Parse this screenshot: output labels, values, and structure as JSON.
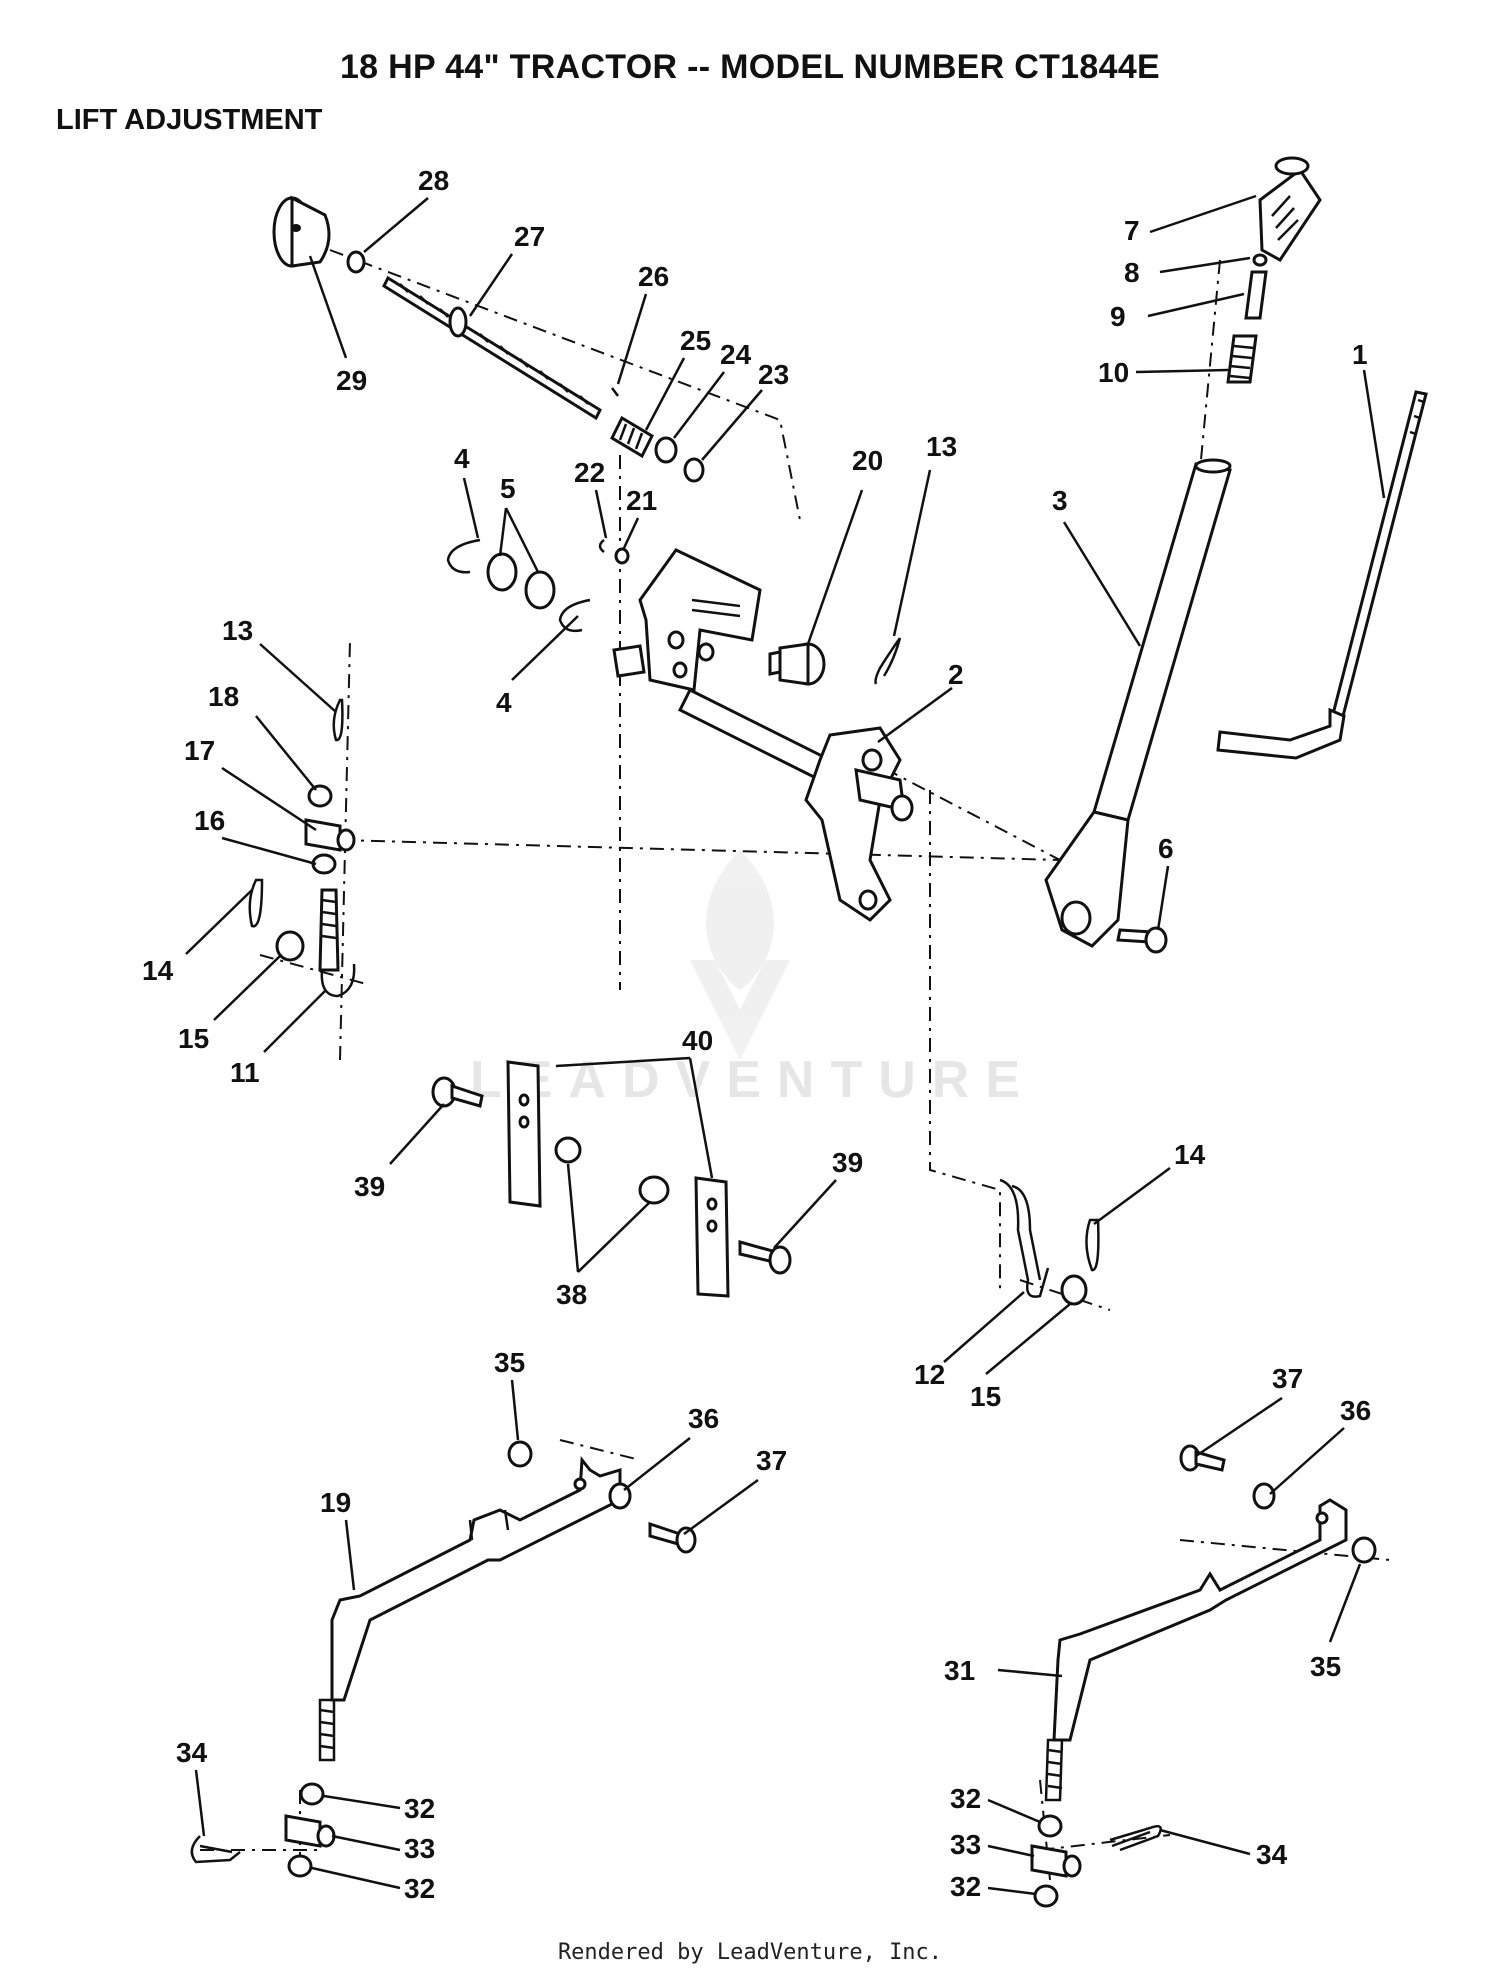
{
  "header": {
    "title": "18 HP 44\" TRACTOR -- MODEL NUMBER CT1844E",
    "subtitle": "LIFT ADJUSTMENT"
  },
  "watermark": {
    "text": "LEADVENTURE"
  },
  "footer": {
    "text": "Rendered by LeadVenture, Inc."
  },
  "callouts": [
    {
      "id": "c28",
      "label": "28"
    },
    {
      "id": "c27",
      "label": "27"
    },
    {
      "id": "c26",
      "label": "26"
    },
    {
      "id": "c29",
      "label": "29"
    },
    {
      "id": "c25",
      "label": "25"
    },
    {
      "id": "c24",
      "label": "24"
    },
    {
      "id": "c23",
      "label": "23"
    },
    {
      "id": "c7",
      "label": "7"
    },
    {
      "id": "c8",
      "label": "8"
    },
    {
      "id": "c9",
      "label": "9"
    },
    {
      "id": "c10",
      "label": "10"
    },
    {
      "id": "c1",
      "label": "1"
    },
    {
      "id": "c4a",
      "label": "4"
    },
    {
      "id": "c5",
      "label": "5"
    },
    {
      "id": "c22",
      "label": "22"
    },
    {
      "id": "c21",
      "label": "21"
    },
    {
      "id": "c20",
      "label": "20"
    },
    {
      "id": "c13a",
      "label": "13"
    },
    {
      "id": "c3",
      "label": "3"
    },
    {
      "id": "c4b",
      "label": "4"
    },
    {
      "id": "c13b",
      "label": "13"
    },
    {
      "id": "c2",
      "label": "2"
    },
    {
      "id": "c18",
      "label": "18"
    },
    {
      "id": "c17",
      "label": "17"
    },
    {
      "id": "c16",
      "label": "16"
    },
    {
      "id": "c6",
      "label": "6"
    },
    {
      "id": "c14a",
      "label": "14"
    },
    {
      "id": "c15a",
      "label": "15"
    },
    {
      "id": "c11",
      "label": "11"
    },
    {
      "id": "c40",
      "label": "40"
    },
    {
      "id": "c39a",
      "label": "39"
    },
    {
      "id": "c39b",
      "label": "39"
    },
    {
      "id": "c38",
      "label": "38"
    },
    {
      "id": "c14b",
      "label": "14"
    },
    {
      "id": "c12",
      "label": "12"
    },
    {
      "id": "c15b",
      "label": "15"
    },
    {
      "id": "c35a",
      "label": "35"
    },
    {
      "id": "c36a",
      "label": "36"
    },
    {
      "id": "c37a",
      "label": "37"
    },
    {
      "id": "c19",
      "label": "19"
    },
    {
      "id": "c37b",
      "label": "37"
    },
    {
      "id": "c36b",
      "label": "36"
    },
    {
      "id": "c35b",
      "label": "35"
    },
    {
      "id": "c31",
      "label": "31"
    },
    {
      "id": "c34a",
      "label": "34"
    },
    {
      "id": "c32a",
      "label": "32"
    },
    {
      "id": "c33a",
      "label": "33"
    },
    {
      "id": "c32b",
      "label": "32"
    },
    {
      "id": "c32c",
      "label": "32"
    },
    {
      "id": "c33b",
      "label": "33"
    },
    {
      "id": "c34b",
      "label": "34"
    },
    {
      "id": "c32d",
      "label": "32"
    }
  ]
}
